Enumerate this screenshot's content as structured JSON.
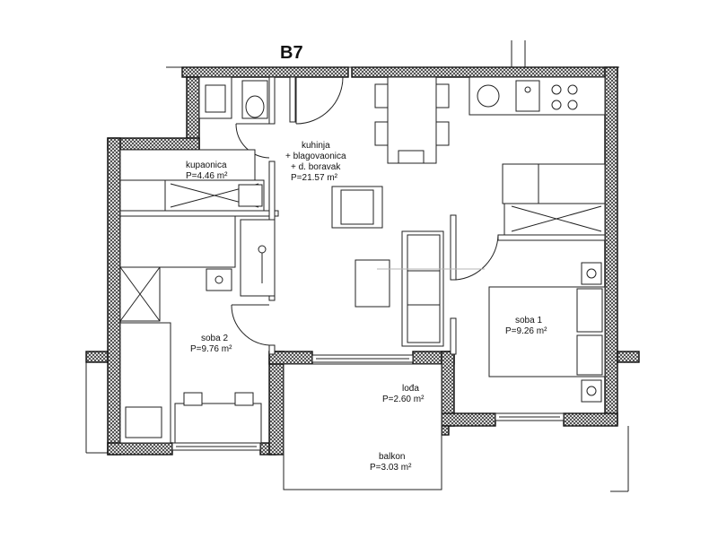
{
  "plan": {
    "unit": "B7",
    "rooms": [
      {
        "name": "kupaonica",
        "area": "P=4.46 m²"
      },
      {
        "name_lines": [
          "kuhinja",
          "+ blagovaonica",
          "+ d. boravak"
        ],
        "area": "P=21.57 m²"
      },
      {
        "name": "soba  1",
        "area": "P=9.26 m²"
      },
      {
        "name": "soba 2",
        "area": "P=9.76 m²"
      },
      {
        "name": "lođa",
        "area": "P=2.60 m²"
      },
      {
        "name": "balkon",
        "area": "P=3.03 m²"
      }
    ]
  }
}
